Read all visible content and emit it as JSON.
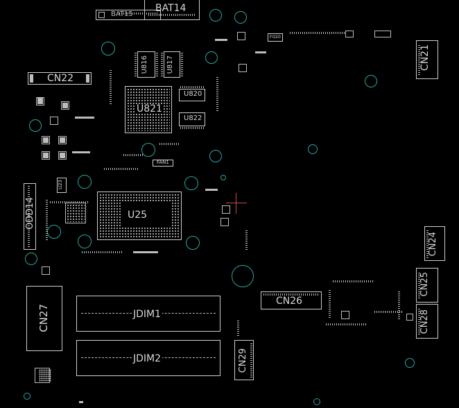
{
  "board": {
    "background": "#000000",
    "outline_color": "#cfcfcf",
    "hole_color": "#2aa6a6",
    "cursor_color": "#d44a4a"
  },
  "labels": {
    "bat14": "BAT14",
    "bat15": "BAT15",
    "cn22": "CN22",
    "cn21": "CN21",
    "u821": "U821",
    "u820": "U820",
    "u822": "U822",
    "u816": "U816",
    "u817": "U817",
    "fan1": "FAN1",
    "fo20": "FO20",
    "u23": "U23",
    "u25": "U25",
    "odd14": "ODD14",
    "cn24": "CN24",
    "cn25": "CN25",
    "cn28": "CN28",
    "cn26": "CN26",
    "cn27": "CN27",
    "cn29": "CN29",
    "jdim1": "JDIM1",
    "jdim2": "JDIM2"
  }
}
